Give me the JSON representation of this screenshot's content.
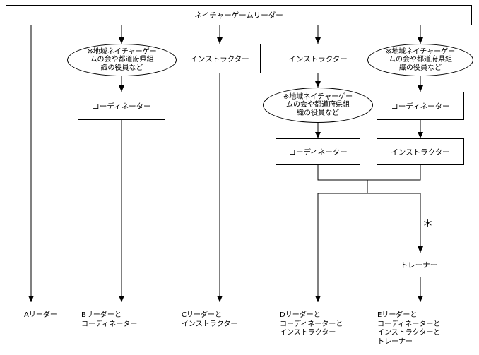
{
  "diagram": {
    "root": "ネイチャーゲームリーダー",
    "ovals": [
      "※地域ネイチャーゲー\nムの会や都道府県組\n織の役員など",
      "※地域ネイチャーゲー\nムの会や都道府県組\n織の役員など",
      "※地域ネイチャーゲー\nムの会や都道府県組\n織の役員など"
    ],
    "boxes": [
      "コーディネーター",
      "インストラクター",
      "インストラクター",
      "コーディネーター",
      "コーディネーター",
      "インストラクター",
      "トレーナー"
    ],
    "outcomes": [
      "Aリーダー",
      "Bリーダーと\nコーディネーター",
      "Cリーダーと\nインストラクター",
      "Dリーダーと\nコーディネーターと\nインストラクター",
      "Eリーダーと\nコーディネーターと\nインストラクターと\nトレーナー"
    ],
    "note_symbol": "＊"
  }
}
